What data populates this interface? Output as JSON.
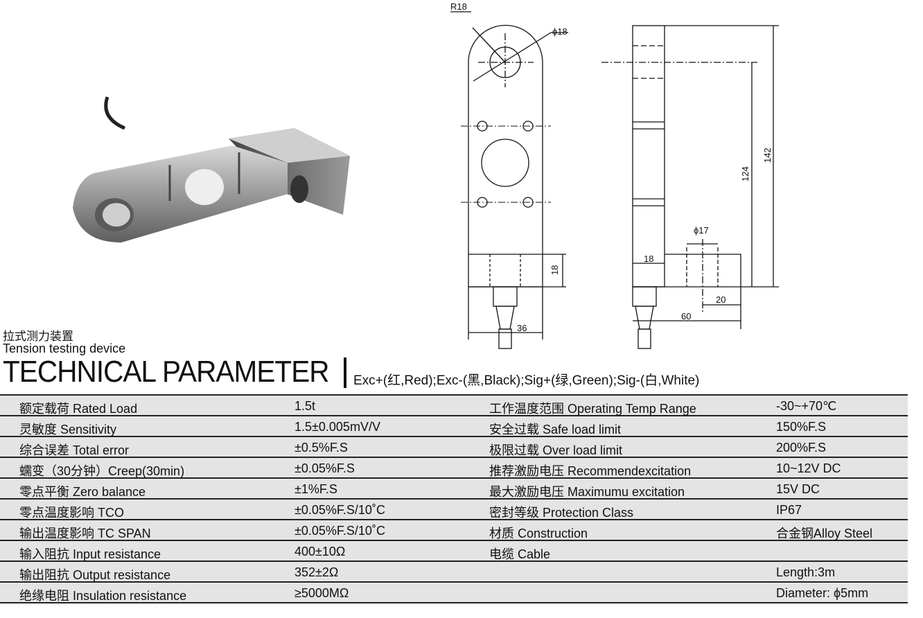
{
  "product": {
    "name_cn": "拉式测力装置",
    "name_en": "Tension testing device"
  },
  "heading": "TECHNICAL PARAMETER",
  "wiring": "Exc+(红,Red);Exc-(黑,Black);Sig+(绿,Green);Sig-(白,White)",
  "drawing": {
    "r18": "R18",
    "phi18": "ϕ18",
    "phi17": "ϕ17",
    "d142": "142",
    "d124": "124",
    "d18a": "18",
    "d18b": "18",
    "d36": "36",
    "d20": "20",
    "d60": "60"
  },
  "rows": [
    {
      "p1": "额定载荷 Rated Load",
      "v1": "1.5t",
      "p2": "工作温度范围 Operating Temp Range",
      "v2": "-30~+70℃"
    },
    {
      "p1": "灵敏度 Sensitivity",
      "v1": "1.5±0.005mV/V",
      "p2": "安全过载 Safe load limit",
      "v2": "150%F.S"
    },
    {
      "p1": "综合误差 Total error",
      "v1": "±0.5%F.S",
      "p2": "极限过载 Over load limit",
      "v2": "200%F.S"
    },
    {
      "p1": "蠕变（30分钟）Creep(30min)",
      "v1": "±0.05%F.S",
      "p2": "推荐激励电压 Recommendexcitation",
      "v2": "10~12V DC"
    },
    {
      "p1": "零点平衡 Zero balance",
      "v1": "±1%F.S",
      "p2": "最大激励电压 Maximumu excitation",
      "v2": "15V DC"
    },
    {
      "p1": "零点温度影响 TCO",
      "v1": "±0.05%F.S/10˚C",
      "p2": "密封等级 Protection Class",
      "v2": "IP67"
    },
    {
      "p1": "输出温度影响 TC SPAN",
      "v1": "±0.05%F.S/10˚C",
      "p2": "材质 Construction",
      "v2": "合金钢Alloy Steel"
    },
    {
      "p1": "输入阻抗 Input resistance",
      "v1": "400±10Ω",
      "p2": "电缆 Cable",
      "v2": ""
    },
    {
      "p1": "输出阻抗 Output resistance",
      "v1": "352±2Ω",
      "p2": "",
      "v2": "Length:3m"
    },
    {
      "p1": "绝缘电阻 Insulation resistance",
      "v1": "≥5000MΩ",
      "p2": "",
      "v2": "Diameter: ϕ5mm"
    }
  ]
}
